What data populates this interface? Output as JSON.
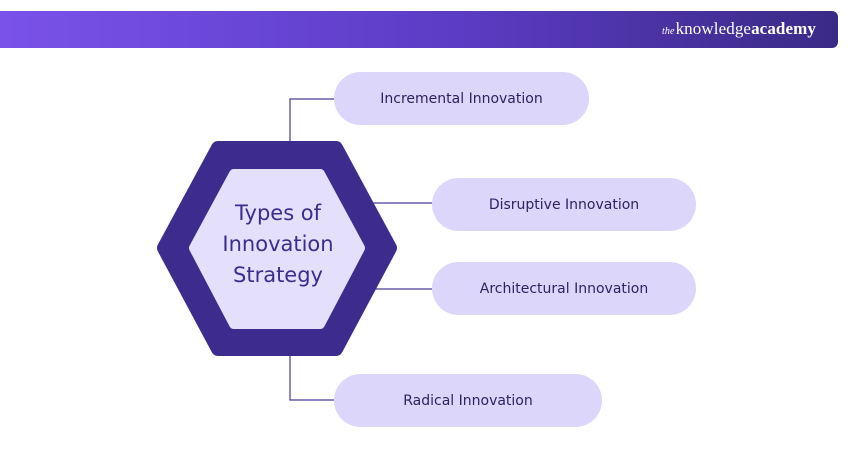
{
  "brand": {
    "the": "the",
    "knowledge": "knowledge",
    "academy": "academy"
  },
  "center": {
    "lines": [
      "Types of",
      "Innovation",
      "Strategy"
    ]
  },
  "items": [
    {
      "label": "Incremental Innovation"
    },
    {
      "label": "Disruptive Innovation"
    },
    {
      "label": "Architectural Innovation"
    },
    {
      "label": "Radical Innovation"
    }
  ],
  "colors": {
    "banner_start": "#7a52ea",
    "banner_end": "#3a2a86",
    "hex_outer": "#3d2c8d",
    "hex_inner": "#e4dffb",
    "pill": "#dcd6fb",
    "connector": "#4a3a9a"
  }
}
